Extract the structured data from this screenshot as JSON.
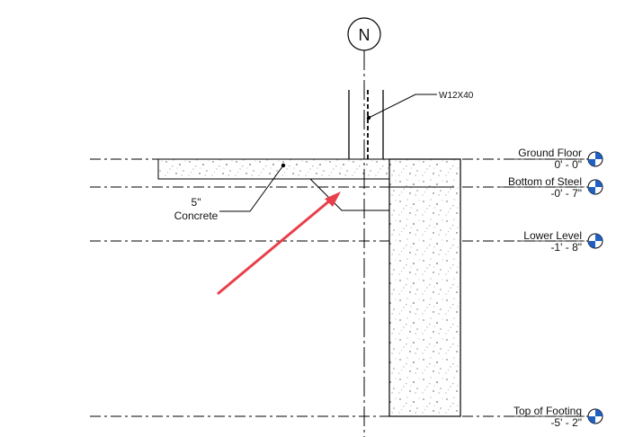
{
  "grid": {
    "label": "N"
  },
  "beam_tag": {
    "text": "W12X40"
  },
  "slab_tag": {
    "line1": "5\"",
    "line2": "Concrete"
  },
  "levels": [
    {
      "name": "Ground Floor",
      "elevation": "0' - 0\""
    },
    {
      "name": "Bottom of Steel",
      "elevation": "-0' - 7\""
    },
    {
      "name": "Lower Level",
      "elevation": "-1' - 8\""
    },
    {
      "name": "Top of Footing",
      "elevation": "-5' - 2\""
    }
  ],
  "colors": {
    "arrow": "#e8404a",
    "level_marker": "#2060c0",
    "line": "#000000"
  },
  "icons": {
    "level_marker": "level-head-icon",
    "grid_bubble": "grid-bubble-icon",
    "annotation_arrow": "red-arrow-icon"
  }
}
